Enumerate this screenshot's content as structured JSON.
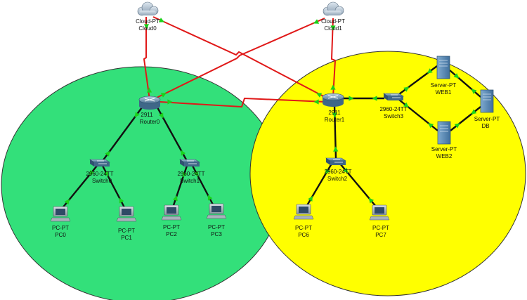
{
  "colors": {
    "zone_green": "#33e07a",
    "zone_yellow": "#ffff00",
    "serial_link": "#e01818",
    "ethernet_link": "#111111",
    "link_status_up": "#19d219"
  },
  "zones": [
    {
      "id": "zone-left",
      "color": "green"
    },
    {
      "id": "zone-right",
      "color": "yellow"
    }
  ],
  "devices": [
    {
      "id": "cloud0",
      "icon": "cloud-icon",
      "model": "Cloud-PT",
      "name": "Cloud0"
    },
    {
      "id": "cloud1",
      "icon": "cloud-icon",
      "model": "Cloud-PT",
      "name": "Cloud1"
    },
    {
      "id": "router0",
      "icon": "router-icon",
      "model": "2911",
      "name": "Router0"
    },
    {
      "id": "router1",
      "icon": "router-icon",
      "model": "2911",
      "name": "Router1"
    },
    {
      "id": "switch0",
      "icon": "switch-icon",
      "model": "2960-24TT",
      "name": "Switch0"
    },
    {
      "id": "switch1",
      "icon": "switch-icon",
      "model": "2960-24TT",
      "name": "Switch1"
    },
    {
      "id": "switch2",
      "icon": "switch-icon",
      "model": "2960-24TT",
      "name": "Switch2"
    },
    {
      "id": "switch3",
      "icon": "switch-icon",
      "model": "2960-24TT",
      "name": "Switch3"
    },
    {
      "id": "pc0",
      "icon": "pc-icon",
      "model": "PC-PT",
      "name": "PC0"
    },
    {
      "id": "pc1",
      "icon": "pc-icon",
      "model": "PC-PT",
      "name": "PC1"
    },
    {
      "id": "pc2",
      "icon": "pc-icon",
      "model": "PC-PT",
      "name": "PC2"
    },
    {
      "id": "pc3",
      "icon": "pc-icon",
      "model": "PC-PT",
      "name": "PC3"
    },
    {
      "id": "pc6",
      "icon": "pc-icon",
      "model": "PC-PT",
      "name": "PC6"
    },
    {
      "id": "pc7",
      "icon": "pc-icon",
      "model": "PC-PT",
      "name": "PC7"
    },
    {
      "id": "web1",
      "icon": "server-icon",
      "model": "Server-PT",
      "name": "WEB1"
    },
    {
      "id": "web2",
      "icon": "server-icon",
      "model": "Server-PT",
      "name": "WEB2"
    },
    {
      "id": "db",
      "icon": "server-icon",
      "model": "Server-PT",
      "name": "DB"
    }
  ],
  "links": [
    {
      "from": "cloud0",
      "to": "router0",
      "type": "serial"
    },
    {
      "from": "cloud0",
      "to": "router1",
      "type": "serial"
    },
    {
      "from": "cloud1",
      "to": "router0",
      "type": "serial"
    },
    {
      "from": "cloud1",
      "to": "router1",
      "type": "serial"
    },
    {
      "from": "router0",
      "to": "router1",
      "type": "serial"
    },
    {
      "from": "router0",
      "to": "switch0",
      "type": "ethernet"
    },
    {
      "from": "router0",
      "to": "switch1",
      "type": "ethernet"
    },
    {
      "from": "switch0",
      "to": "pc0",
      "type": "ethernet"
    },
    {
      "from": "switch0",
      "to": "pc1",
      "type": "ethernet"
    },
    {
      "from": "switch1",
      "to": "pc2",
      "type": "ethernet"
    },
    {
      "from": "switch1",
      "to": "pc3",
      "type": "ethernet"
    },
    {
      "from": "router1",
      "to": "switch3",
      "type": "ethernet"
    },
    {
      "from": "router1",
      "to": "switch2",
      "type": "ethernet"
    },
    {
      "from": "switch2",
      "to": "pc6",
      "type": "ethernet"
    },
    {
      "from": "switch2",
      "to": "pc7",
      "type": "ethernet"
    },
    {
      "from": "switch3",
      "to": "web1",
      "type": "ethernet"
    },
    {
      "from": "switch3",
      "to": "web2",
      "type": "ethernet"
    },
    {
      "from": "web1",
      "to": "db",
      "type": "ethernet"
    },
    {
      "from": "web2",
      "to": "db",
      "type": "ethernet"
    }
  ]
}
